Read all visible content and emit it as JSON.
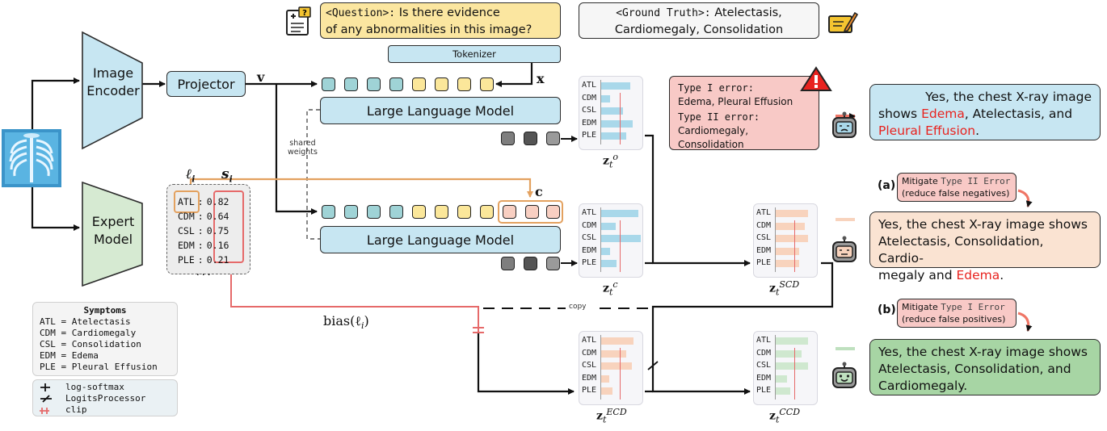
{
  "question": {
    "tag": "<Question>:",
    "text1": "Is there evidence",
    "text2": "of any abnormalities in this image?"
  },
  "ground_truth": {
    "tag": "<Ground Truth>:",
    "text1": "Atelectasis,",
    "text2": "Cardiomegaly, Consolidation"
  },
  "tokenizer": "Tokenizer",
  "image_encoder": {
    "l1": "Image",
    "l2": "Encoder"
  },
  "projector": "Projector",
  "expert_model": {
    "l1": "Expert",
    "l2": "Model"
  },
  "llm_label": "Large Language Model",
  "shared_weights": {
    "l1": "shared",
    "l2": "weights"
  },
  "var_v": "v",
  "var_x": "x",
  "var_c": "c",
  "var_l": "ℓ",
  "var_l_sub": "i",
  "var_s": "s",
  "var_s_sub": "i",
  "bias_label": "bias(ℓ",
  "bias_sub": "i",
  "bias_close": ")",
  "copy_label": "copy",
  "expert_table": {
    "rows": [
      {
        "abbr": "ATL",
        "sep": ":",
        "val": "0.82"
      },
      {
        "abbr": "CDM",
        "sep": ":",
        "val": "0.64"
      },
      {
        "abbr": "CSL",
        "sep": ":",
        "val": "0.75"
      },
      {
        "abbr": "EDM",
        "sep": ":",
        "val": "0.16"
      },
      {
        "abbr": "PLE",
        "sep": ":",
        "val": "0.21"
      }
    ],
    "ellipsis": "..."
  },
  "symptoms": {
    "title": "Symptoms",
    "items": [
      "ATL = Atelectasis",
      "CDM = Cardiomegaly",
      "CSL = Consolidation",
      "EDM = Edema",
      "PLE = Pleural Effusion"
    ]
  },
  "legend": {
    "items": [
      "log-softmax",
      "LogitsProcessor",
      "clip"
    ]
  },
  "errors": {
    "type1_label": "Type I error:",
    "type1_value": "Edema, Pleural Effusion",
    "type2_label": "Type II error:",
    "type2_value": "Cardiomegaly, Consolidation"
  },
  "responses": {
    "r1": {
      "t1": "Yes, the chest X-ray image",
      "t2a": "shows ",
      "t2b": "Edema",
      "t2c": ", Atelectasis, and",
      "t3": "Pleural Effusion",
      "t3b": "."
    },
    "r2": {
      "t1": "Yes, the chest X-ray image shows",
      "t2": "Atelectasis, Consolidation, Cardio-",
      "t3a": "megaly and ",
      "t3b": "Edema",
      "t3c": "."
    },
    "r3": {
      "t1": "Yes, the chest X-ray image shows",
      "t2": "Atelectasis, Consolidation, and",
      "t3": "Cardiomegaly."
    }
  },
  "mitigate": {
    "a_label": "(a)",
    "a_l1a": "Mitigate ",
    "a_l1b": "Type II Error",
    "a_l2": "(reduce false negatives)",
    "b_label": "(b)",
    "b_l1a": "Mitigate ",
    "b_l1b": "Type I Error",
    "b_l2": "(reduce false positives)"
  },
  "z_labels": {
    "zo": {
      "base": "z",
      "sub": "t",
      "sup": "o"
    },
    "zc": {
      "base": "z",
      "sub": "t",
      "sup": "c"
    },
    "zscd": {
      "base": "z",
      "sub": "t",
      "sup": "SCD"
    },
    "zecd": {
      "base": "z",
      "sub": "t",
      "sup": "ECD"
    },
    "zccd": {
      "base": "z",
      "sub": "t",
      "sup": "CCD"
    }
  },
  "mini_labels": [
    "ATL",
    "CDM",
    "CSL",
    "EDM",
    "PLE"
  ],
  "mini_charts": {
    "zo": {
      "color": "#a9d8ea",
      "values": [
        0.55,
        0.18,
        0.42,
        0.6,
        0.48
      ]
    },
    "zc": {
      "color": "#a9d8ea",
      "values": [
        0.7,
        0.28,
        0.75,
        0.18,
        0.3
      ]
    },
    "zscd": {
      "color": "#f8d3bd",
      "values": [
        0.62,
        0.55,
        0.62,
        0.45,
        0.45
      ]
    },
    "zecd": {
      "color": "#f8d3bd",
      "values": [
        0.62,
        0.48,
        0.58,
        0.16,
        0.22
      ]
    },
    "zccd": {
      "color": "#cfe8cf",
      "values": [
        0.62,
        0.5,
        0.62,
        0.22,
        0.28
      ]
    }
  },
  "colors": {
    "orange": "#e3a15f",
    "red_line": "#e66a6a",
    "blue": "#c7e6f2",
    "green": "#d6ead2"
  }
}
